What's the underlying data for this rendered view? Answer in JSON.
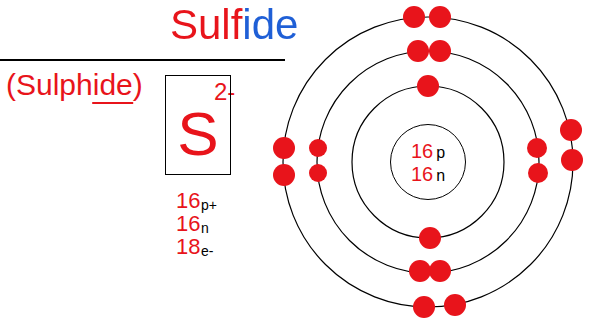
{
  "diagram": {
    "title": "Sulfide",
    "nodes": [
      {
        "text": [
          "S"
        ]
      },
      {
        "text": [
          "16",
          "p",
          "16",
          "n"
        ]
      }
    ],
    "labels": [
      "(Sulphide)",
      "2-",
      "16",
      "p+",
      "16",
      "n",
      "18",
      "e-"
    ]
  }
}
